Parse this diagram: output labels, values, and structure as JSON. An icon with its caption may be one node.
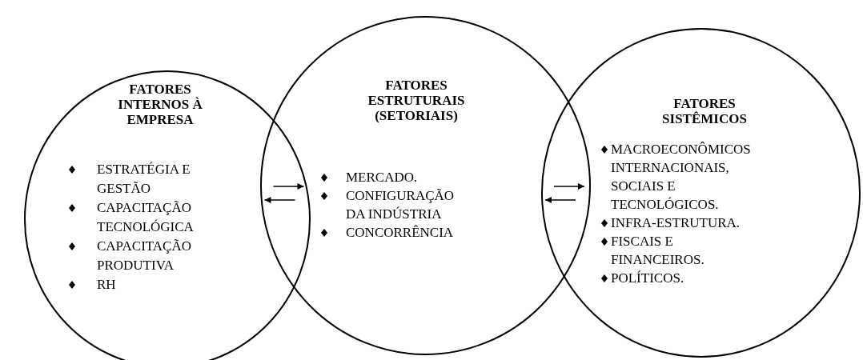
{
  "diagram": {
    "nodes": [
      {
        "text": [
          "FATORES INTERNOS À EMPRESA",
          "ESTRATÉGIA E GESTÃO",
          "CAPACITAÇÃO TECNOLÓGICA",
          "CAPACITAÇÃO PRODUTIVA",
          "RH"
        ]
      },
      {
        "text": [
          "FATORES ESTRUTURAIS (SETORIAIS)",
          "MERCADO.",
          "CONFIGURAÇÃO DA INDÚSTRIA",
          "CONCORRÊNCIA"
        ]
      },
      {
        "text": [
          "FATORES SISTÊMICOS",
          "MACROECONÔMICOS INTERNACIONAIS, SOCIAIS E TECNOLÓGICOS.",
          "INFRA-ESTRUTURA.",
          "FISCAIS E FINANCEIROS.",
          "POLÍTICOS."
        ]
      }
    ],
    "edges": [
      {
        "from": 0,
        "to": 1,
        "arrow": "to"
      },
      {
        "from": 1,
        "to": 0,
        "arrow": "to"
      },
      {
        "from": 1,
        "to": 2,
        "arrow": "to"
      },
      {
        "from": 2,
        "to": 1,
        "arrow": "to"
      }
    ]
  }
}
